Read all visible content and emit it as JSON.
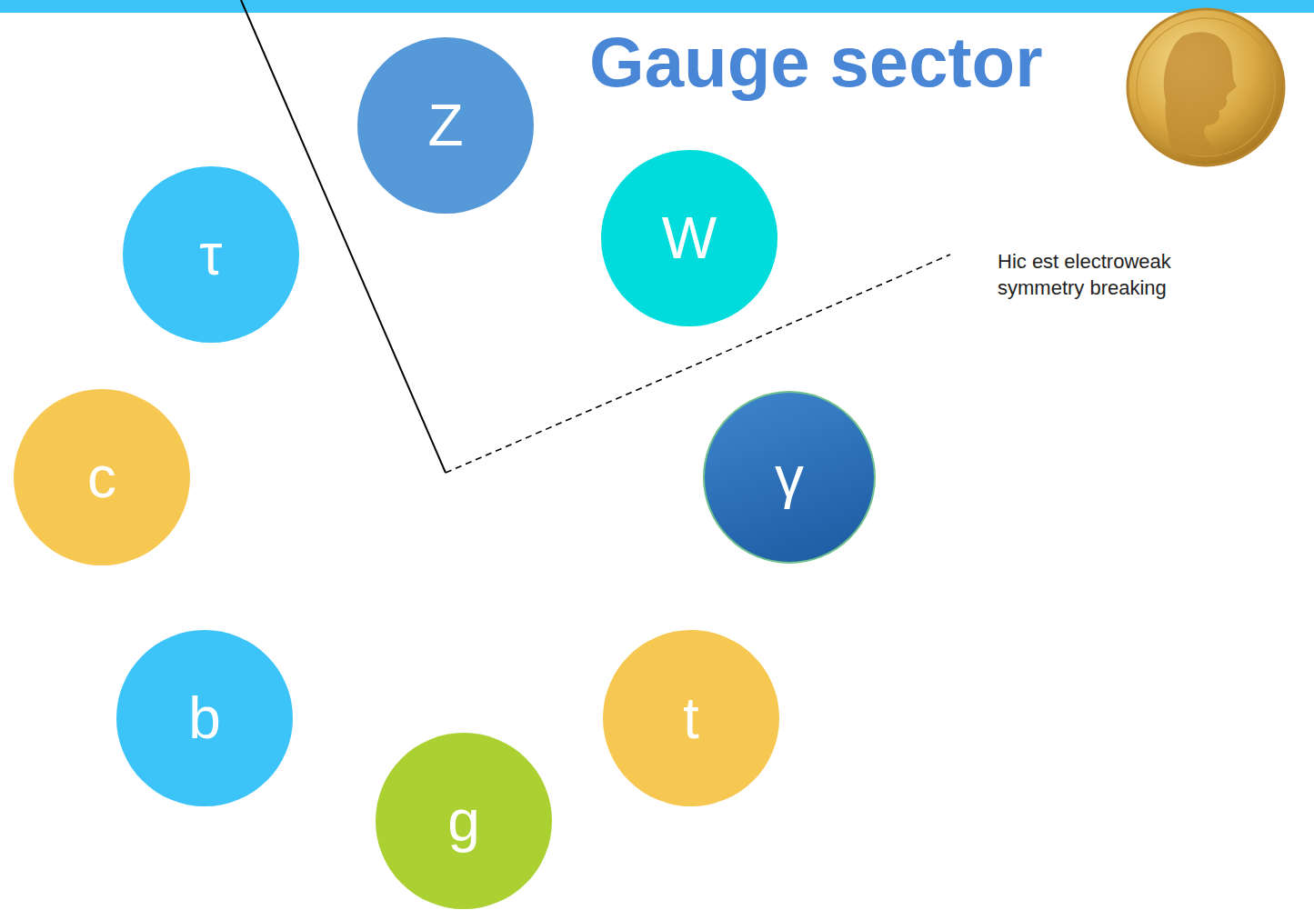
{
  "diagram": {
    "title": "Gauge sector",
    "nodes": [
      {
        "text": [
          "Z"
        ]
      },
      {
        "text": [
          "W"
        ]
      },
      {
        "text": [
          "τ"
        ]
      },
      {
        "text": [
          "c"
        ]
      },
      {
        "text": [
          "γ"
        ]
      },
      {
        "text": [
          "b"
        ]
      },
      {
        "text": [
          "t"
        ]
      },
      {
        "text": [
          "g"
        ]
      }
    ],
    "labels": [
      "Hic est electroweak symmetry breaking"
    ]
  }
}
